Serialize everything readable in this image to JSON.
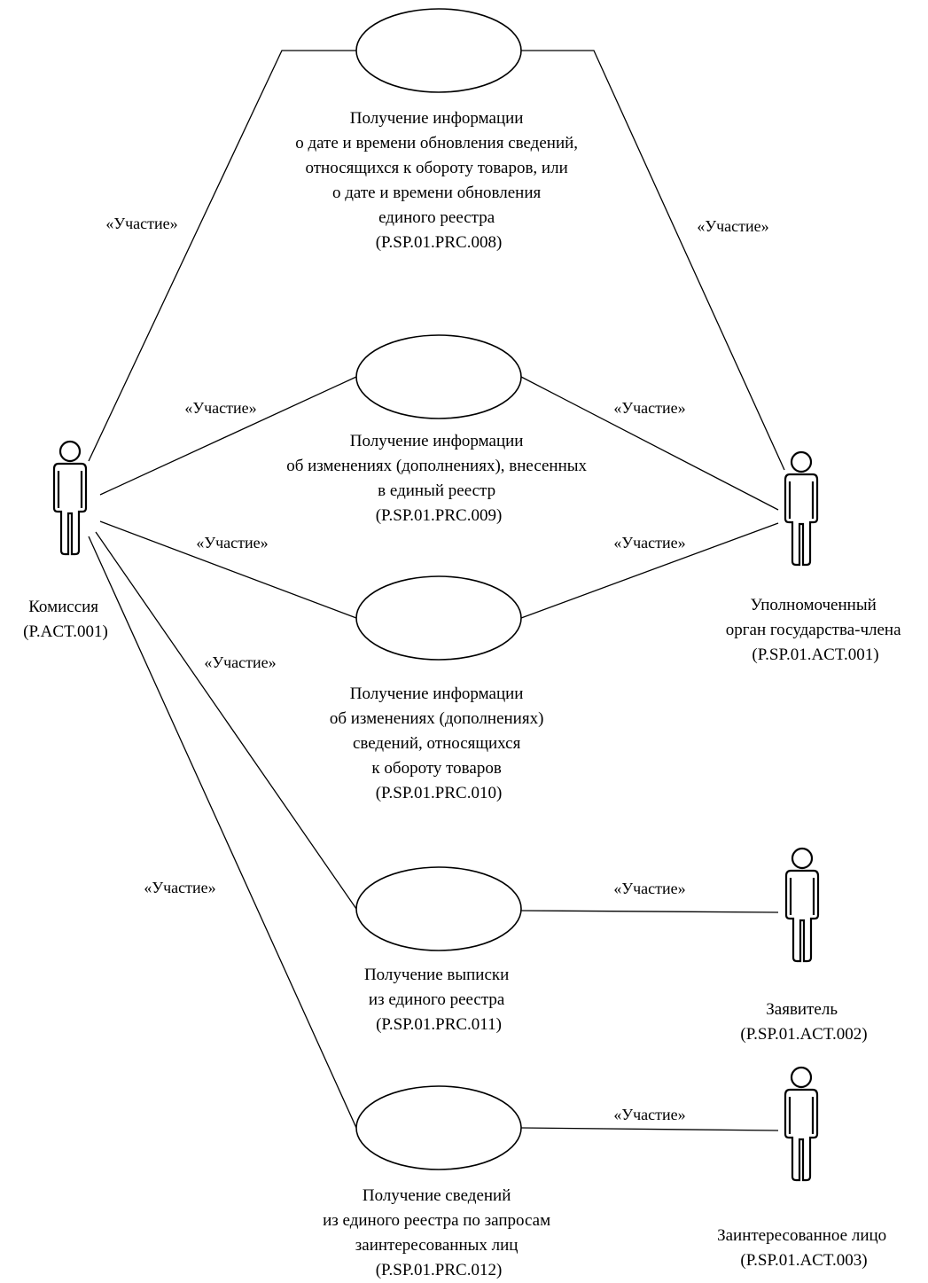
{
  "actors": {
    "commission": {
      "lines": [
        "Комиссия",
        "(P.ACT.001)"
      ]
    },
    "authorized_body": {
      "lines": [
        "Уполномоченный",
        "орган государства-члена",
        "(P.SP.01.ACT.001)"
      ]
    },
    "applicant": {
      "lines": [
        "Заявитель",
        "(P.SP.01.ACT.002)"
      ]
    },
    "interested_person": {
      "lines": [
        "Заинтересованное лицо",
        "(P.SP.01.ACT.003)"
      ]
    }
  },
  "use_cases": [
    {
      "id": "PRC008",
      "lines": [
        "Получение информации",
        "о дате и времени обновления сведений,",
        "относящихся к обороту товаров, или",
        "о дате и времени обновления",
        "единого реестра",
        "(P.SP.01.PRC.008)"
      ]
    },
    {
      "id": "PRC009",
      "lines": [
        "Получение информации",
        "об изменениях (дополнениях), внесенных",
        "в единый реестр",
        "(P.SP.01.PRC.009)"
      ]
    },
    {
      "id": "PRC010",
      "lines": [
        "Получение информации",
        "об изменениях (дополнениях)",
        "сведений, относящихся",
        "к обороту товаров",
        "(P.SP.01.PRC.010)"
      ]
    },
    {
      "id": "PRC011",
      "lines": [
        "Получение выписки",
        "из единого реестра",
        "(P.SP.01.PRC.011)"
      ]
    },
    {
      "id": "PRC012",
      "lines": [
        "Получение сведений",
        "из единого реестра по запросам",
        "заинтересованных лиц",
        "(P.SP.01.PRC.012)"
      ]
    }
  ],
  "associations": [
    {
      "id": "commission-prc008",
      "label": "«Участие»"
    },
    {
      "id": "authorized-prc008",
      "label": "«Участие»"
    },
    {
      "id": "commission-prc009",
      "label": "«Участие»"
    },
    {
      "id": "authorized-prc009",
      "label": "«Участие»"
    },
    {
      "id": "commission-prc010",
      "label": "«Участие»"
    },
    {
      "id": "authorized-prc010",
      "label": "«Участие»"
    },
    {
      "id": "commission-prc011",
      "label": "«Участие»"
    },
    {
      "id": "applicant-prc011",
      "label": "«Участие»"
    },
    {
      "id": "commission-prc012",
      "label": "«Участие»"
    },
    {
      "id": "interested-prc012",
      "label": "«Участие»"
    }
  ]
}
